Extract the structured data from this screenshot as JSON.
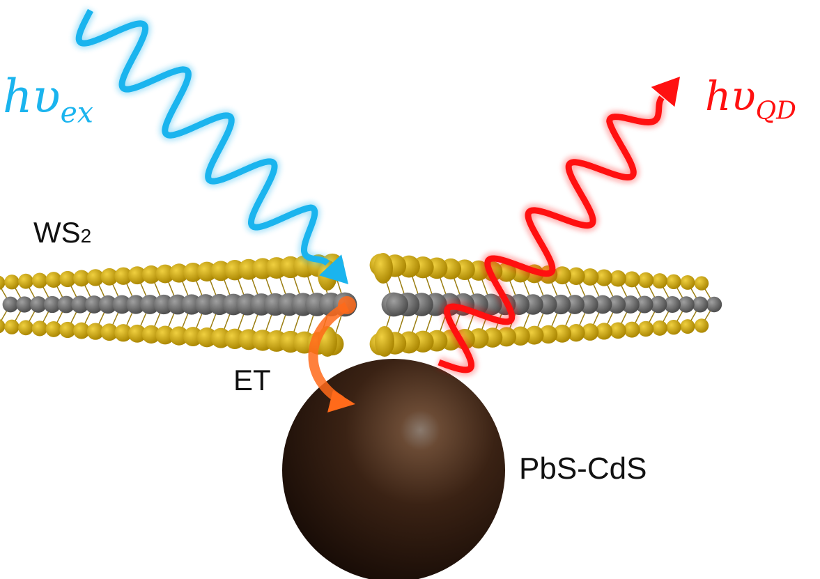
{
  "labels": {
    "excitation": {
      "base": "hυ",
      "sub": "ex"
    },
    "emission": {
      "base": "hυ",
      "sub": "QD"
    },
    "layer": {
      "base": "WS",
      "sub": "2"
    },
    "transfer": "ET",
    "quantum_dot": "PbS-CdS"
  },
  "colors": {
    "excitation": "#1ab4ee",
    "emission": "#ff1010",
    "transfer": "#ff6a1a",
    "sulfur": "#c9a200",
    "tungsten": "#6e6e6e",
    "dot": "#2a160c"
  }
}
